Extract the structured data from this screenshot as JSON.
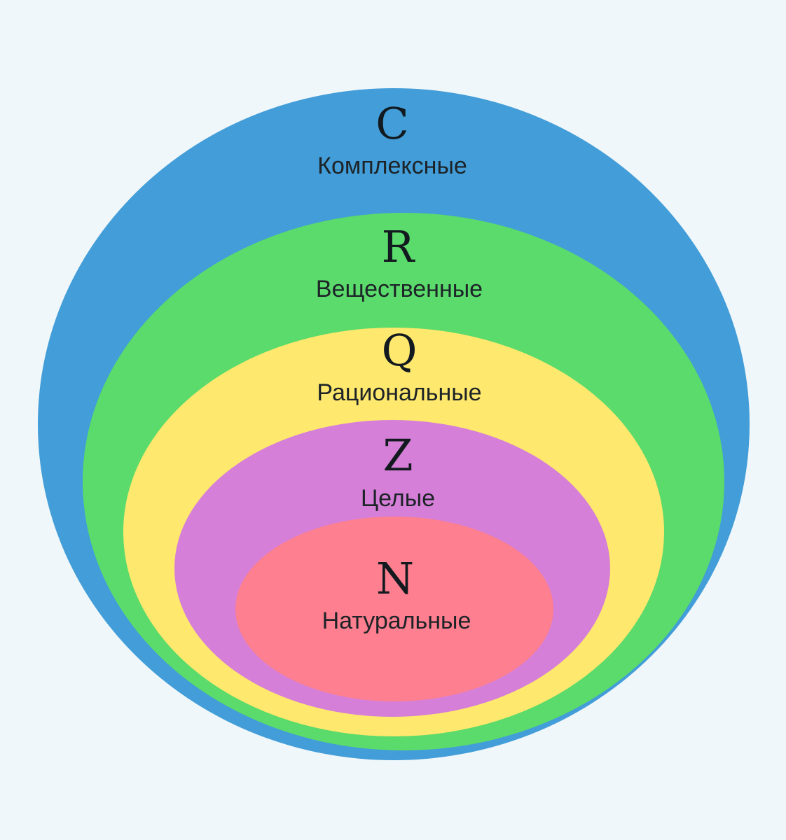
{
  "background_color": "#eff7fa",
  "sets": [
    {
      "id": "complex",
      "symbol": "C",
      "name": "Комплексные",
      "color": "#429dd8"
    },
    {
      "id": "real",
      "symbol": "R",
      "name": "Вещественные",
      "color": "#5adb6b"
    },
    {
      "id": "rational",
      "symbol": "Q",
      "name": "Рациональные",
      "color": "#fee86e"
    },
    {
      "id": "integer",
      "symbol": "Z",
      "name": "Целые",
      "color": "#d57fd8"
    },
    {
      "id": "natural",
      "symbol": "N",
      "name": "Натуральные",
      "color": "#fe7f8f"
    }
  ]
}
